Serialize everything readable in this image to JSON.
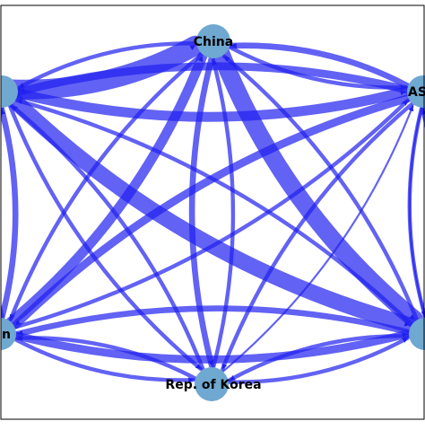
{
  "graph": {
    "node_color": "#6fa8d0",
    "edge_color": "#1f1fef",
    "frame_color": "#000000",
    "nodes": [
      {
        "id": "china",
        "label": "China"
      },
      {
        "id": "asean",
        "label": "AS"
      },
      {
        "id": "right",
        "label": ""
      },
      {
        "id": "korea",
        "label": "Rep. of Korea"
      },
      {
        "id": "japan",
        "label": "n"
      },
      {
        "id": "left",
        "label": ""
      }
    ],
    "edges": [
      {
        "source": "left",
        "target": "china",
        "weight": 10
      },
      {
        "source": "china",
        "target": "right",
        "weight": 9
      },
      {
        "source": "left",
        "target": "right",
        "weight": 8
      },
      {
        "source": "japan",
        "target": "china",
        "weight": 5
      },
      {
        "source": "china",
        "target": "korea",
        "weight": 3
      },
      {
        "source": "korea",
        "target": "china",
        "weight": 2
      },
      {
        "source": "left",
        "target": "asean",
        "weight": 5
      },
      {
        "source": "asean",
        "target": "left",
        "weight": 4
      },
      {
        "source": "japan",
        "target": "right",
        "weight": 4
      },
      {
        "source": "right",
        "target": "japan",
        "weight": 3
      },
      {
        "source": "asean",
        "target": "china",
        "weight": 3
      },
      {
        "source": "china",
        "target": "asean",
        "weight": 2
      },
      {
        "source": "right",
        "target": "asean",
        "weight": 3
      },
      {
        "source": "asean",
        "target": "right",
        "weight": 2
      },
      {
        "source": "left",
        "target": "japan",
        "weight": 4
      },
      {
        "source": "japan",
        "target": "left",
        "weight": 3
      },
      {
        "source": "asean",
        "target": "japan",
        "weight": 4
      },
      {
        "source": "japan",
        "target": "asean",
        "weight": 2
      },
      {
        "source": "left",
        "target": "korea",
        "weight": 2
      },
      {
        "source": "korea",
        "target": "left",
        "weight": 2
      },
      {
        "source": "right",
        "target": "korea",
        "weight": 2
      },
      {
        "source": "korea",
        "target": "right",
        "weight": 2
      },
      {
        "source": "japan",
        "target": "korea",
        "weight": 2
      },
      {
        "source": "korea",
        "target": "japan",
        "weight": 2
      },
      {
        "source": "asean",
        "target": "korea",
        "weight": 2
      },
      {
        "source": "korea",
        "target": "asean",
        "weight": 1
      },
      {
        "source": "right",
        "target": "left",
        "weight": 2
      },
      {
        "source": "right",
        "target": "china",
        "weight": 2
      },
      {
        "source": "china",
        "target": "left",
        "weight": 2
      },
      {
        "source": "china",
        "target": "japan",
        "weight": 2
      },
      {
        "source": "asean",
        "target": "right",
        "weight": 1
      }
    ]
  }
}
